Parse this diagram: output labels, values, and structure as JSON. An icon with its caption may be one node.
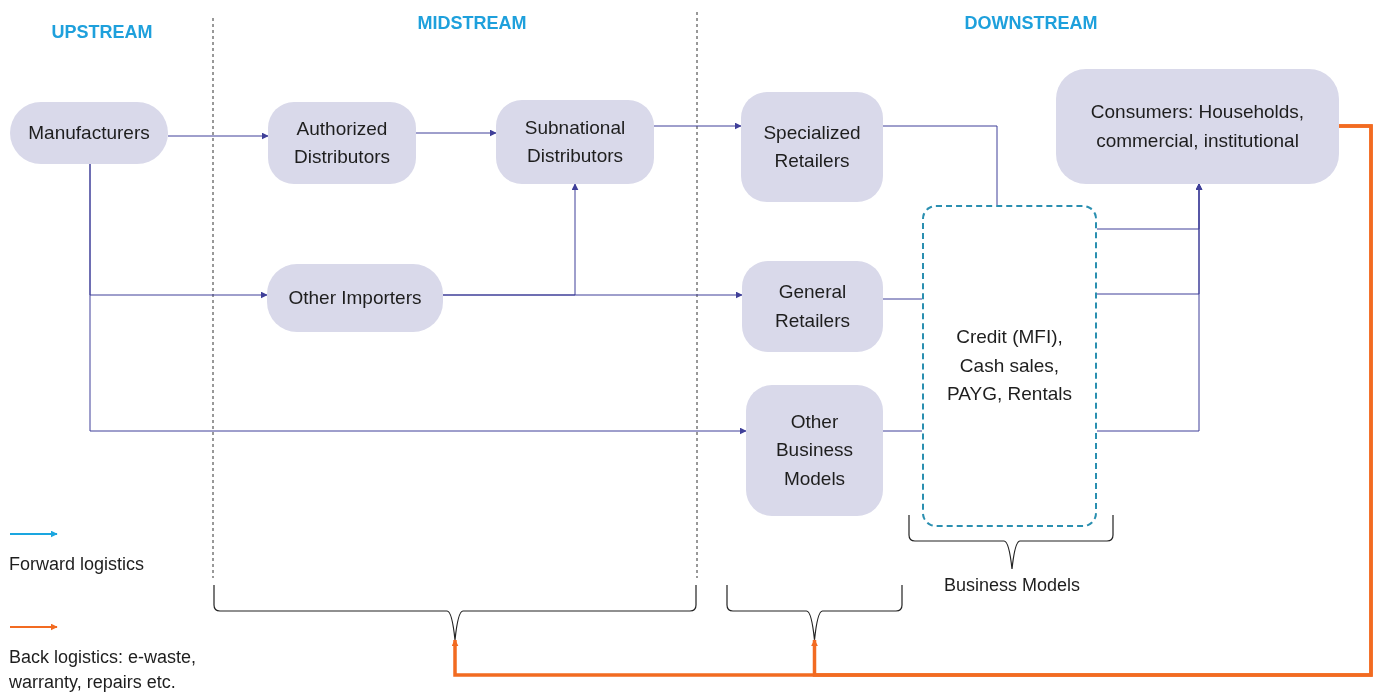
{
  "diagram": {
    "nodes": [
      {
        "text": [
          "Manufacturers"
        ]
      },
      {
        "text": [
          "Authorized Distributors"
        ]
      },
      {
        "text": [
          "Subnational Distributors"
        ]
      },
      {
        "text": [
          "Other Importers"
        ]
      },
      {
        "text": [
          "Specialized Retailers"
        ]
      },
      {
        "text": [
          "General Retailers"
        ]
      },
      {
        "text": [
          "Other Business Models"
        ]
      },
      {
        "text": [
          "Credit (MFI), Cash sales, PAYG, Rentals"
        ]
      },
      {
        "text": [
          "Consumers: Households, commercial, institutional"
        ]
      },
      {
        "text": [],
        "shape": "bracket"
      },
      {
        "text": [],
        "shape": "bracket"
      }
    ],
    "edges": [
      {
        "from": 0,
        "to": 1,
        "arrow": "to"
      },
      {
        "from": 1,
        "to": 2,
        "arrow": "to"
      },
      {
        "from": 2,
        "to": 4,
        "arrow": "to"
      },
      {
        "from": 0,
        "to": 3,
        "arrow": "to"
      },
      {
        "from": 3,
        "to": 2,
        "arrow": "to"
      },
      {
        "from": 3,
        "to": 5,
        "arrow": "to"
      },
      {
        "from": 0,
        "to": 6,
        "arrow": "to"
      },
      {
        "from": 4,
        "to": 7,
        "arrow": "none"
      },
      {
        "from": 5,
        "to": 7,
        "arrow": "none"
      },
      {
        "from": 6,
        "to": 7,
        "arrow": "none"
      },
      {
        "from": 7,
        "to": 8,
        "arrow": "to"
      },
      {
        "from": 7,
        "to": 8,
        "arrow": "to"
      },
      {
        "from": 7,
        "to": 8,
        "arrow": "to"
      },
      {
        "from": 8,
        "to": 10,
        "arrow": "to",
        "style": "thick",
        "color": "#f26b21"
      },
      {
        "from": 8,
        "to": 9,
        "arrow": "to",
        "style": "thick",
        "color": "#f26b21"
      }
    ],
    "labels": [
      "UPSTREAM",
      "MIDSTREAM",
      "DOWNSTREAM",
      "Business Models"
    ],
    "legend": [
      {
        "text": "Forward logistics"
      },
      {
        "text": "Back logistics: e-waste, warranty, repairs etc."
      }
    ]
  }
}
